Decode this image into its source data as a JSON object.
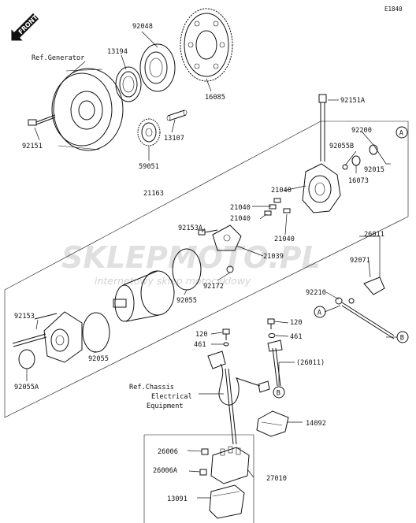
{
  "diagram_code": "E1840",
  "direction_label": "FRONT",
  "watermark": {
    "brand": "SKLEPMOTO.PL",
    "tagline": "internetowy sklep motocyklowy"
  },
  "references": {
    "generator": "Ref.Generator",
    "chassis_line1": "Ref.Chassis",
    "chassis_line2": "Electrical",
    "chassis_line3": "Equipment"
  },
  "markers": {
    "a": "A",
    "b": "B"
  },
  "parts": {
    "p92048": "92048",
    "p13194": "13194",
    "p16085": "16085",
    "p92151": "92151",
    "p59051": "59051",
    "p13107": "13107",
    "p92151A": "92151A",
    "p92200": "92200",
    "p92055B": "92055B",
    "p92015": "92015",
    "p16073": "16073",
    "p21163": "21163",
    "p21040_a": "21040",
    "p21040_b": "21040",
    "p21040_c": "21040",
    "p21040_d": "21040",
    "p92153A": "92153A",
    "p21039": "21039",
    "p92055_a": "92055",
    "p92172": "92172",
    "p26011": "26011",
    "p92071": "92071",
    "p92210": "92210",
    "p92153": "92153",
    "p92055_b": "92055",
    "p92055A": "92055A",
    "p120_a": "120",
    "p120_b": "120",
    "p461_a": "461",
    "p461_b": "461",
    "p26011_ref": "(26011)",
    "p14092": "14092",
    "p26006": "26006",
    "p26006A": "26006A",
    "p27010": "27010",
    "p13091": "13091"
  }
}
